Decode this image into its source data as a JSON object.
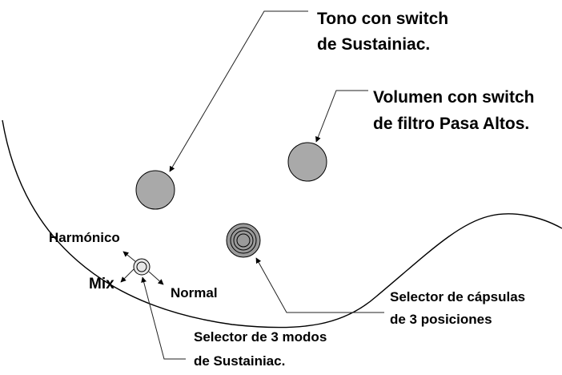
{
  "callouts": {
    "tone": {
      "line1": "Tono con switch",
      "line2": "de Sustainiac."
    },
    "volume": {
      "line1": "Volumen con switch",
      "line2": "de filtro Pasa Altos."
    },
    "pickup_selector": {
      "line1": "Selector de cápsulas",
      "line2": "de 3 posiciones"
    },
    "mode_selector": {
      "line1": "Selector de 3 modos",
      "line2": "de Sustainiac."
    }
  },
  "mode_positions": {
    "harmonic": "Harmónico",
    "mix": "Mix",
    "normal": "Normal"
  },
  "colors": {
    "knob_fill": "#a9a9a9",
    "selector_fill": "#9a9a9a",
    "mini_switch_fill": "#e6e6e6",
    "line": "#000000"
  }
}
